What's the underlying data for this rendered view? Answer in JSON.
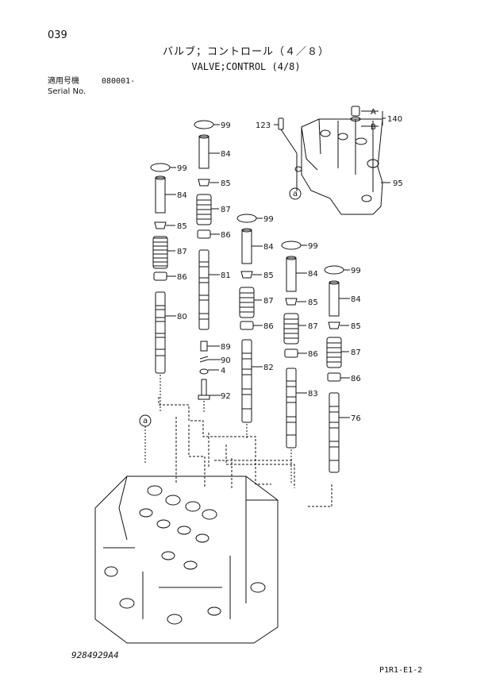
{
  "header": {
    "page_number": "039",
    "title_jp": "バルブ；コントロール（４／８）",
    "title_en": "VALVE;CONTROL (4/8)",
    "serial_label_jp": "適用号機",
    "serial_value": "080001-",
    "serial_label_en": "Serial No."
  },
  "footer": {
    "drawing_number": "9284929A4",
    "page_code": "P1R1-E1-2"
  },
  "callouts": {
    "c99": "99",
    "c84": "84",
    "c85": "85",
    "c87": "87",
    "c86": "86",
    "c80": "80",
    "c81": "81",
    "c82": "82",
    "c83": "83",
    "c76": "76",
    "c89": "89",
    "c90": "90",
    "c4": "4",
    "c92": "92",
    "c123": "123",
    "c95": "95",
    "c140": "140",
    "cA": "A",
    "cB": "B",
    "ref_a": "a"
  }
}
